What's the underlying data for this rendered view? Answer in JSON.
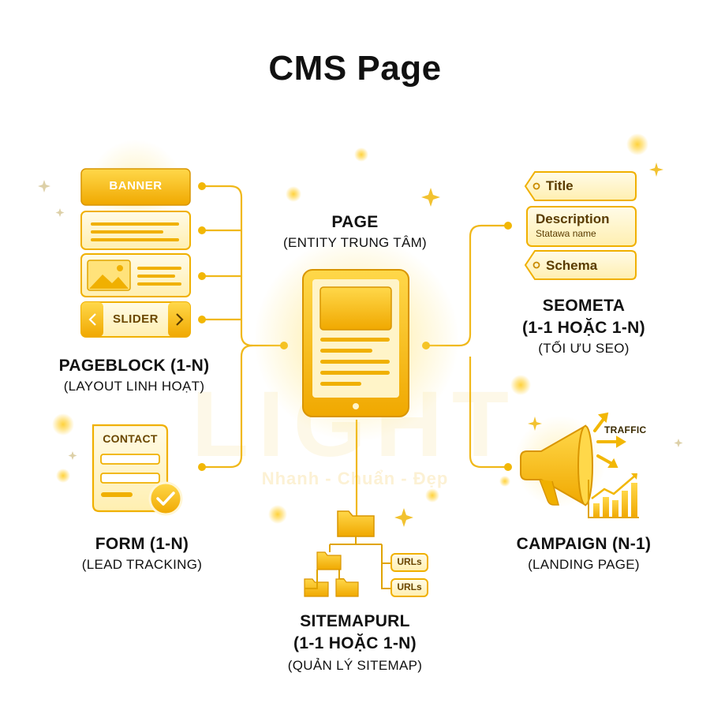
{
  "title": "CMS Page",
  "center": {
    "title": "PAGE",
    "subtitle": "(ENTITY TRUNG TÂM)"
  },
  "pageblock": {
    "banner_label": "BANNER",
    "slider_label": "SLIDER",
    "title": "PAGEBLOCK (1-N)",
    "subtitle": "(LAYOUT LINH HOẠT)"
  },
  "form": {
    "card_label": "CONTACT",
    "title": "FORM (1-N)",
    "subtitle": "(LEAD TRACKING)"
  },
  "sitemap": {
    "url_label_1": "URLs",
    "url_label_2": "URLs",
    "title": "SITEMAPURL",
    "relation": "(1-1 HOẶC 1-N)",
    "subtitle": "(QUẢN LÝ SITEMAP)"
  },
  "seometa": {
    "tag_title": "Title",
    "tag_description": "Description",
    "tag_description_sub": "Statawa name",
    "tag_schema": "Schema",
    "title": "SEOMETA",
    "relation": "(1-1 HOẶC 1-N)",
    "subtitle": "(TỐI ƯU SEO)"
  },
  "campaign": {
    "traffic_label": "TRAFFIC",
    "title": "CAMPAIGN (N-1)",
    "subtitle": "(LANDING PAGE)"
  },
  "watermark": {
    "brand": "LIGHT",
    "tagline": "Nhanh - Chuẩn - Đẹp"
  },
  "colors": {
    "gold": "#f2b705",
    "gold_light": "#ffe38a",
    "gold_pale": "#fff6d6",
    "gold_dark": "#c98a00",
    "text": "#111111"
  },
  "icons": [
    "tablet-page-icon",
    "image-icon",
    "chevron-left-icon",
    "chevron-right-icon",
    "checkmark-icon",
    "folder-icon",
    "megaphone-icon",
    "bar-chart-icon",
    "arrow-icon",
    "tag-icon",
    "sparkle-icon"
  ]
}
